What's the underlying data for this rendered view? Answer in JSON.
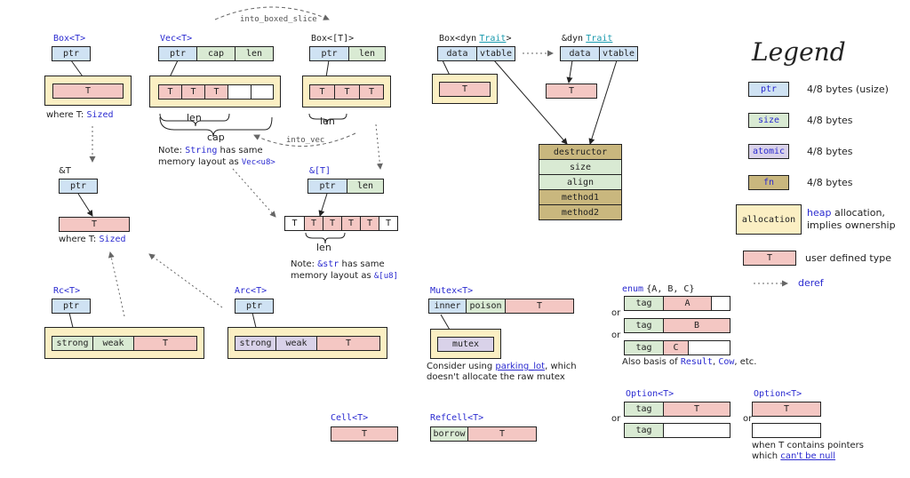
{
  "colors": {
    "ptr": "#cfe2f3",
    "size": "#d9ead3",
    "atomic": "#d9d2e9",
    "fn": "#c9b77e",
    "user": "#f4c7c3",
    "alloc": "#fbefc3"
  },
  "box": {
    "title": "Box<T>",
    "ptr": "ptr",
    "T": "T",
    "where": "where T:",
    "sized": "Sized"
  },
  "vec": {
    "title": "Vec<T>",
    "ptr": "ptr",
    "cap": "cap",
    "len": "len",
    "T": "T",
    "brace_len": "len",
    "brace_cap": "cap",
    "note1": "Note:",
    "note_string": "String",
    "note2": "has same",
    "note3": "memory layout as",
    "note_vec": "Vec<u8>"
  },
  "box_slice": {
    "title": "Box<[T]>",
    "ptr": "ptr",
    "len": "len",
    "T": "T",
    "brace_len": "len"
  },
  "into_boxed_slice": "into_boxed_slice",
  "into_vec": "into_vec",
  "ref": {
    "title": "&T",
    "ptr": "ptr",
    "T": "T",
    "where": "where T:",
    "sized": "Sized"
  },
  "slice_ref": {
    "title": "&[T]",
    "ptr": "ptr",
    "len": "len",
    "T": "T",
    "brace_len": "len",
    "note1": "Note:",
    "note_str": "&str",
    "note2": "has same",
    "note3": "memory layout as",
    "note_u8": "&[u8]"
  },
  "rc": {
    "title": "Rc<T>",
    "ptr": "ptr",
    "strong": "strong",
    "weak": "weak",
    "T": "T"
  },
  "arc": {
    "title": "Arc<T>",
    "ptr": "ptr",
    "strong": "strong",
    "weak": "weak",
    "T": "T"
  },
  "box_dyn": {
    "title_a": "Box<dyn",
    "trait": "Trait",
    "title_b": ">",
    "data": "data",
    "vtable": "vtable",
    "T": "T"
  },
  "ref_dyn": {
    "title": "&dyn",
    "trait": "Trait",
    "data": "data",
    "vtable": "vtable",
    "T": "T"
  },
  "vtable_rows": [
    "destructor",
    "size",
    "align",
    "method1",
    "method2"
  ],
  "mutex": {
    "title": "Mutex<T>",
    "inner": "inner",
    "poison": "poison",
    "T": "T",
    "mutex": "mutex",
    "note1": "Consider using",
    "link": "parking_lot",
    "note2": ", which",
    "note3": "doesn't allocate the raw mutex"
  },
  "cell": {
    "title": "Cell<T>",
    "T": "T"
  },
  "refcell": {
    "title": "RefCell<T>",
    "borrow": "borrow",
    "T": "T"
  },
  "enum": {
    "kw": "enum",
    "body": "{A, B, C}",
    "tag": "tag",
    "A": "A",
    "B": "B",
    "C": "C",
    "or": "or",
    "note1": "Also basis of",
    "result": "Result",
    "sep1": ",",
    "cow": "Cow",
    "note2": ", etc."
  },
  "option1": {
    "title": "Option<T>",
    "tag": "tag",
    "T": "T",
    "or": "or"
  },
  "option2": {
    "title": "Option<T>",
    "T": "T",
    "or": "or",
    "note1": "when T contains pointers",
    "note2": "which",
    "link": "can't be null"
  },
  "legend": {
    "title": "Legend",
    "ptr_label": "ptr",
    "ptr_desc": "4/8 bytes (usize)",
    "size_label": "size",
    "size_desc": "4/8 bytes",
    "atomic_label": "atomic",
    "atomic_desc": "4/8 bytes",
    "fn_label": "fn",
    "fn_desc": "4/8 bytes",
    "alloc_label": "allocation",
    "alloc_desc1": "heap",
    "alloc_desc1b": "allocation,",
    "alloc_desc2": "implies ownership",
    "user_label": "T",
    "user_desc": "user defined type",
    "deref": "deref"
  }
}
